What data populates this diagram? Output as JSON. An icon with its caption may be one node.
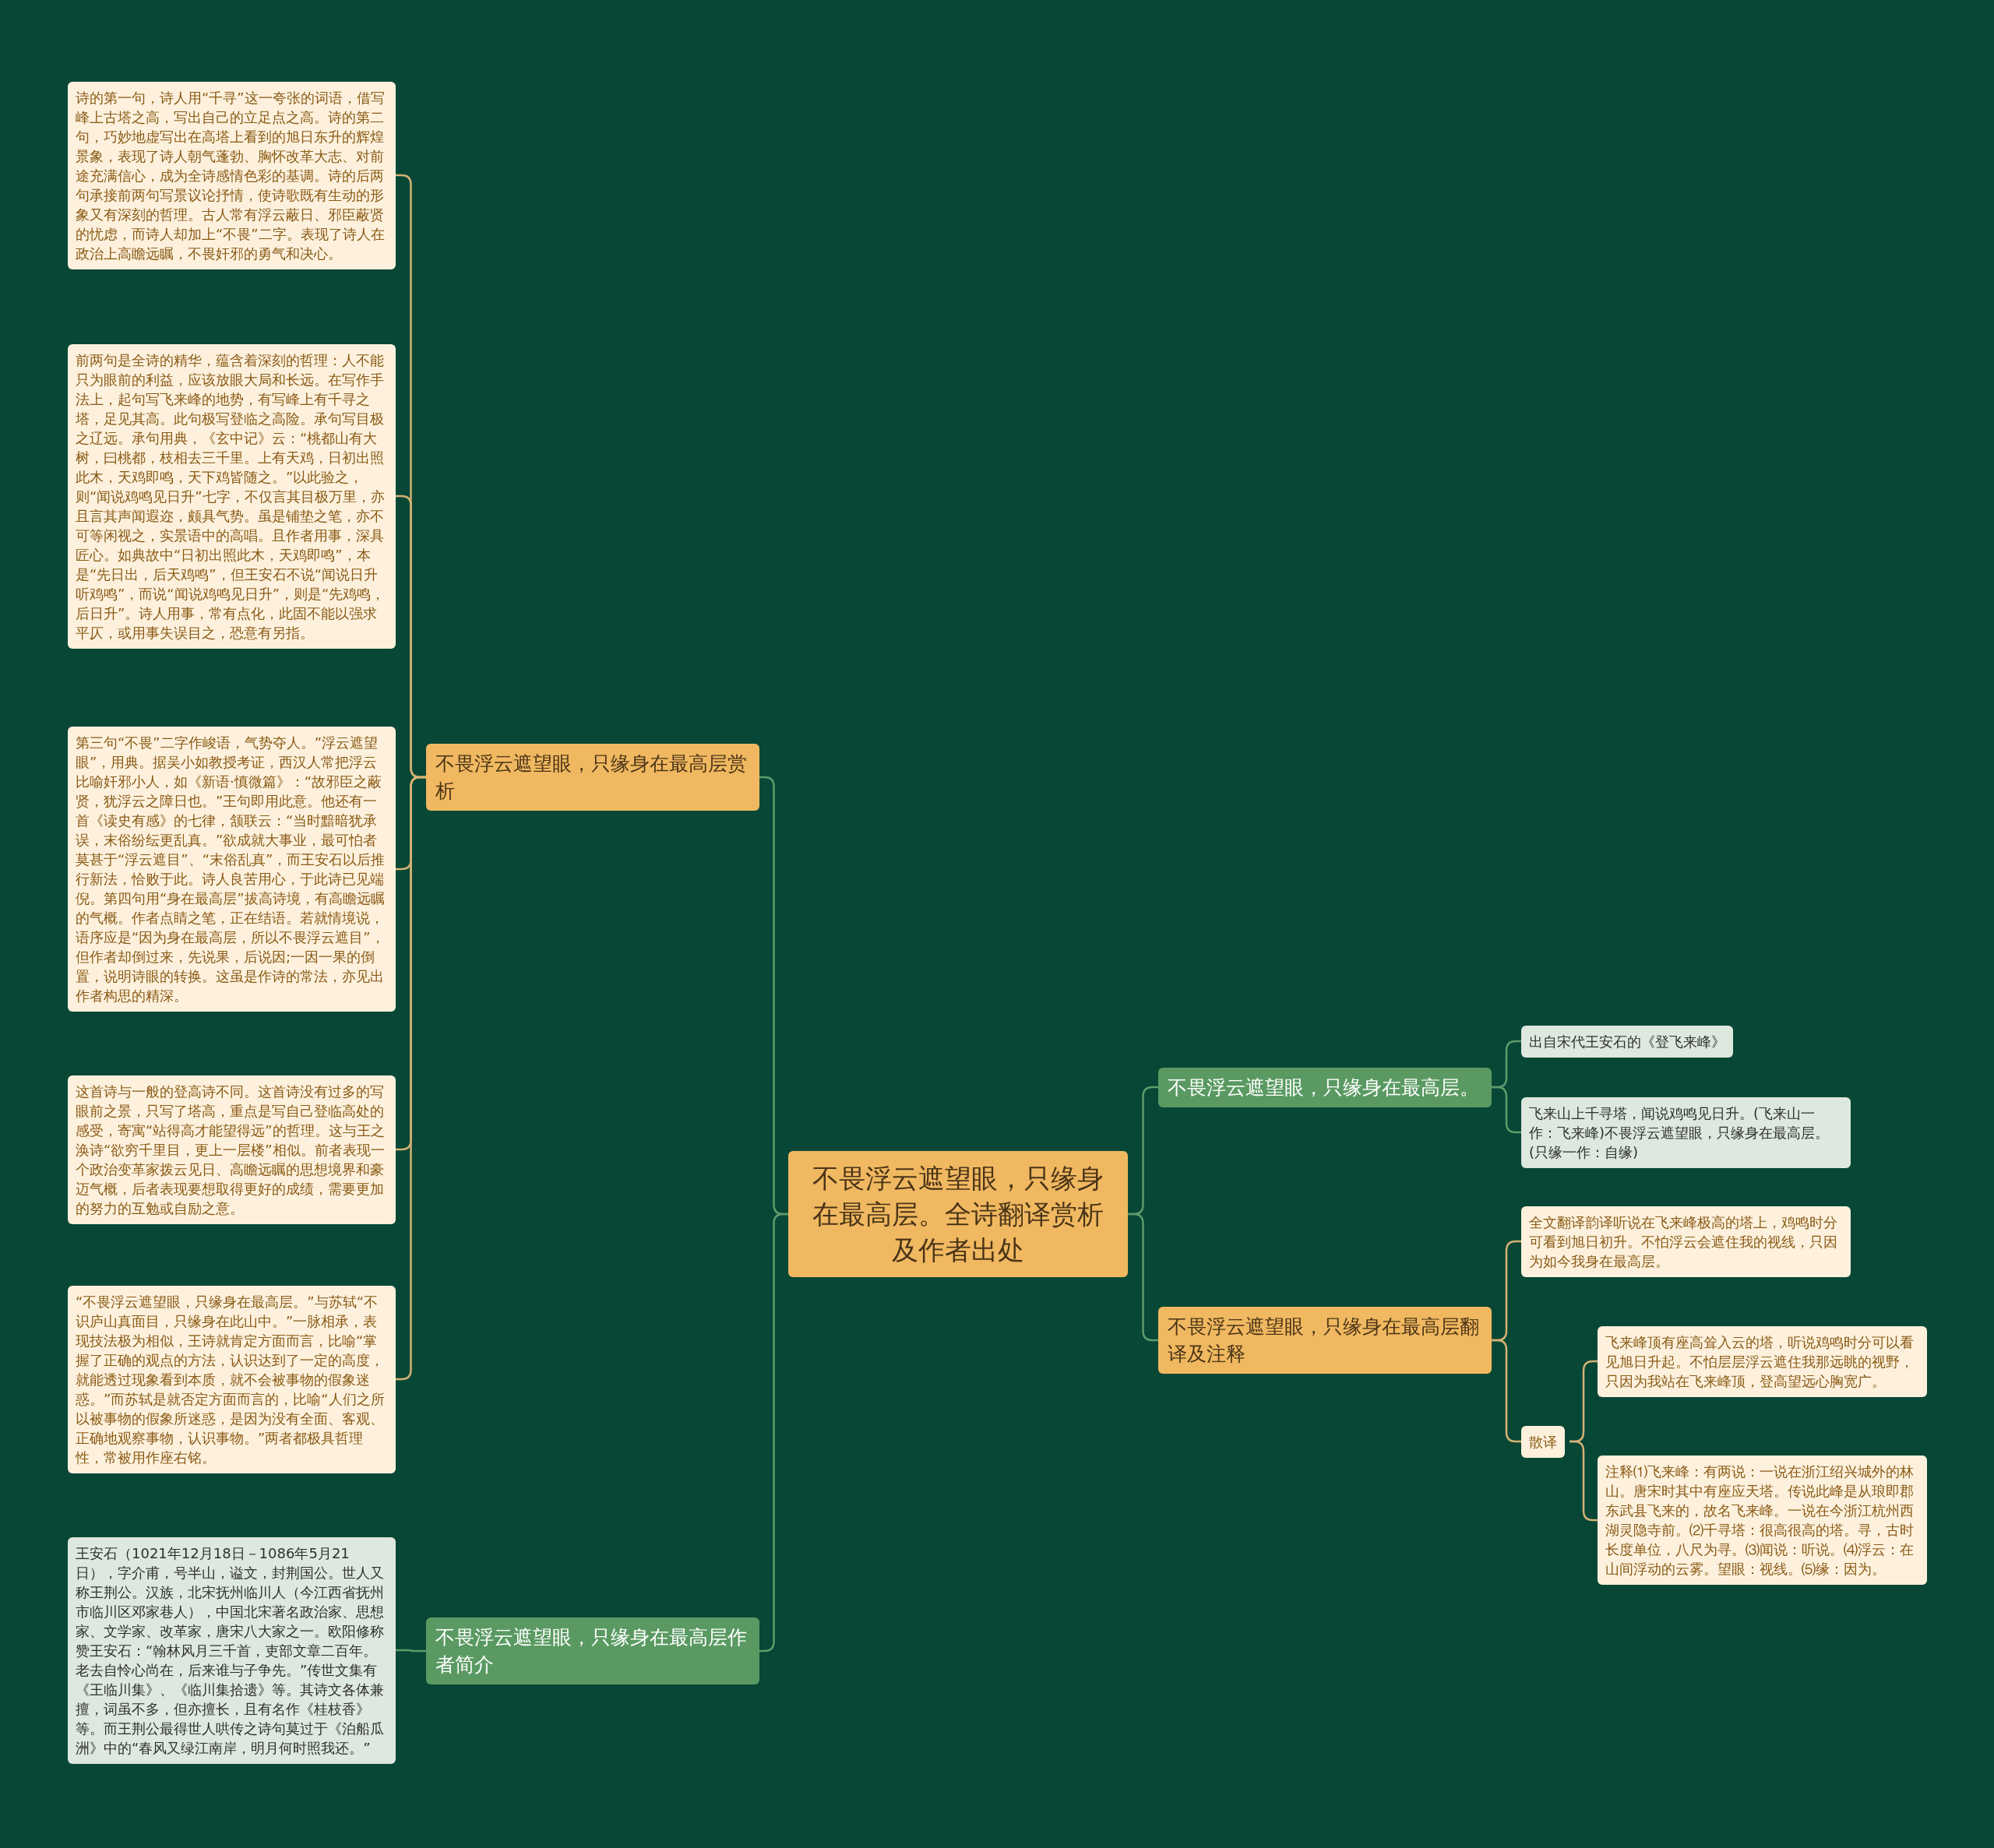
{
  "diagram": {
    "nodes": [
      {
        "text": [
          "不畏浮云遮望眼，只缘身在最高层。全诗翻译赏析及作者出处"
        ]
      },
      {
        "text": [
          "不畏浮云遮望眼，只缘身在最高层赏析"
        ]
      },
      {
        "text": [
          "诗的第一句，诗人用“千寻”这一夸张的词语，借写峰上古塔之高，写出自己的立足点之高。诗的第二句，巧妙地虚写出在高塔上看到的旭日东升的辉煌景象，表现了诗人朝气蓬勃、胸怀改革大志、对前途充满信心，成为全诗感情色彩的基调。诗的后两句承接前两句写景议论抒情，使诗歌既有生动的形象又有深刻的哲理。古人常有浮云蔽日、邪臣蔽贤的忧虑，而诗人却加上“不畏”二字。表现了诗人在政治上高瞻远瞩，不畏奸邪的勇气和决心。"
        ]
      },
      {
        "text": [
          "前两句是全诗的精华，蕴含着深刻的哲理：人不能只为眼前的利益，应该放眼大局和长远。在写作手法上，起句写飞来峰的地势，有写峰上有千寻之塔，足见其高。此句极写登临之高险。承句写目极之辽远。承句用典，《玄中记》云：“桃都山有大树，曰桃都，枝相去三千里。上有天鸡，日初出照此木，天鸡即鸣，天下鸡皆随之。”以此验之，则“闻说鸡鸣见日升”七字，不仅言其目极万里，亦且言其声闻遐迩，颇具气势。虽是铺垫之笔，亦不可等闲视之，实景语中的高唱。且作者用事，深具匠心。如典故中“日初出照此木，天鸡即鸣”，本是“先日出，后天鸡鸣”，但王安石不说“闻说日升听鸡鸣”，而说“闻说鸡鸣见日升”，则是“先鸡鸣，后日升”。诗人用事，常有点化，此固不能以强求平仄，或用事失误目之，恐意有另指。"
        ]
      },
      {
        "text": [
          "第三句“不畏”二字作峻语，气势夺人。”浮云遮望眼”，用典。据吴小如教授考证，西汉人常把浮云比喻奸邪小人，如《新语·慎微篇》：“故邪臣之蔽贤，犹浮云之障日也。”王句即用此意。他还有一首《读史有感》的七律，颔联云：“当时黯暗犹承误，末俗纷纭更乱真。”欲成就大事业，最可怕者莫甚于“浮云遮目”、“末俗乱真”，而王安石以后推行新法，恰败于此。诗人良苦用心，于此诗已见端倪。第四句用“身在最高层”拔高诗境，有高瞻远瞩的气概。作者点睛之笔，正在结语。若就情境说，语序应是“因为身在最高层，所以不畏浮云遮目”，但作者却倒过来，先说果，后说因;一因一果的倒置，说明诗眼的转换。这虽是作诗的常法，亦见出作者构思的精深。"
        ]
      },
      {
        "text": [
          "这首诗与一般的登高诗不同。这首诗没有过多的写眼前之景，只写了塔高，重点是写自己登临高处的感受，寄寓“站得高才能望得远”的哲理。这与王之涣诗“欲穷千里目，更上一层楼”相似。前者表现一个政治变革家拨云见日、高瞻远瞩的思想境界和豪迈气概，后者表现要想取得更好的成绩，需要更加的努力的互勉或自励之意。"
        ]
      },
      {
        "text": [
          "“不畏浮云遮望眼，只缘身在最高层。”与苏轼“不识庐山真面目，只缘身在此山中。”一脉相承，表现技法极为相似，王诗就肯定方面而言，比喻“掌握了正确的观点的方法，认识达到了一定的高度，就能透过现象看到本质，就不会被事物的假象迷惑。”而苏轼是就否定方面而言的，比喻“人们之所以被事物的假象所迷惑，是因为没有全面、客观、正确地观察事物，认识事物。”两者都极具哲理性，常被用作座右铭。"
        ]
      },
      {
        "text": [
          "不畏浮云遮望眼，只缘身在最高层作者简介"
        ]
      },
      {
        "text": [
          "王安石（1021年12月18日－1086年5月21日），字介甫，号半山，谥文，封荆国公。世人又称王荆公。汉族，北宋抚州临川人（今江西省抚州市临川区邓家巷人），中国北宋著名政治家、思想家、文学家、改革家，唐宋八大家之一。欧阳修称赞王安石：“翰林风月三千首，吏部文章二百年。老去自怜心尚在，后来谁与子争先。”传世文集有《王临川集》、《临川集拾遗》等。其诗文各体兼擅，词虽不多，但亦擅长，且有名作《桂枝香》等。而王荆公最得世人哄传之诗句莫过于《泊船瓜洲》中的“春风又绿江南岸，明月何时照我还。”"
        ]
      },
      {
        "text": [
          "不畏浮云遮望眼，只缘身在最高层。"
        ]
      },
      {
        "text": [
          "出自宋代王安石的《登飞来峰》"
        ]
      },
      {
        "text": [
          "飞来山上千寻塔，闻说鸡鸣见日升。(飞来山一作：飞来峰)不畏浮云遮望眼，只缘身在最高层。(只缘一作：自缘)"
        ]
      },
      {
        "text": [
          "不畏浮云遮望眼，只缘身在最高层翻译及注释"
        ]
      },
      {
        "text": [
          "全文翻译韵译听说在飞来峰极高的塔上，鸡鸣时分可看到旭日初升。不怕浮云会遮住我的视线，只因为如今我身在最高层。"
        ]
      },
      {
        "text": [
          "散译"
        ]
      },
      {
        "text": [
          "飞来峰顶有座高耸入云的塔，听说鸡鸣时分可以看见旭日升起。不怕层层浮云遮住我那远眺的视野，只因为我站在飞来峰顶，登高望远心胸宽广。"
        ]
      },
      {
        "text": [
          "注释⑴飞来峰：有两说：一说在浙江绍兴城外的林山。唐宋时其中有座应天塔。传说此峰是从琅即郡东武县飞来的，故名飞来峰。一说在今浙江杭州西湖灵隐寺前。⑵千寻塔：很高很高的塔。寻，古时长度单位，八尺为寻。⑶闻说：听说。⑷浮云：在山间浮动的云雾。望眼：视线。⑸缘：因为。"
        ]
      }
    ],
    "edges": [
      {
        "from": 0,
        "to": 1,
        "arrow": "none",
        "color": "#5f9b6a"
      },
      {
        "from": 1,
        "to": 2,
        "arrow": "none"
      },
      {
        "from": 1,
        "to": 3,
        "arrow": "none"
      },
      {
        "from": 1,
        "to": 4,
        "arrow": "none"
      },
      {
        "from": 1,
        "to": 5,
        "arrow": "none"
      },
      {
        "from": 1,
        "to": 6,
        "arrow": "none"
      },
      {
        "from": 0,
        "to": 7,
        "arrow": "none",
        "color": "#5f9b6a"
      },
      {
        "from": 7,
        "to": 8,
        "arrow": "none",
        "color": "#5f9b6a"
      },
      {
        "from": 0,
        "to": 9,
        "arrow": "none",
        "color": "#5f9b6a"
      },
      {
        "from": 9,
        "to": 10,
        "arrow": "none",
        "color": "#5f9b6a"
      },
      {
        "from": 9,
        "to": 11,
        "arrow": "none",
        "color": "#5f9b6a"
      },
      {
        "from": 0,
        "to": 12,
        "arrow": "none",
        "color": "#5f9b6a"
      },
      {
        "from": 12,
        "to": 13,
        "arrow": "none"
      },
      {
        "from": 12,
        "to": 14,
        "arrow": "none"
      },
      {
        "from": 14,
        "to": 15,
        "arrow": "none"
      },
      {
        "from": 14,
        "to": 16,
        "arrow": "none"
      }
    ]
  }
}
